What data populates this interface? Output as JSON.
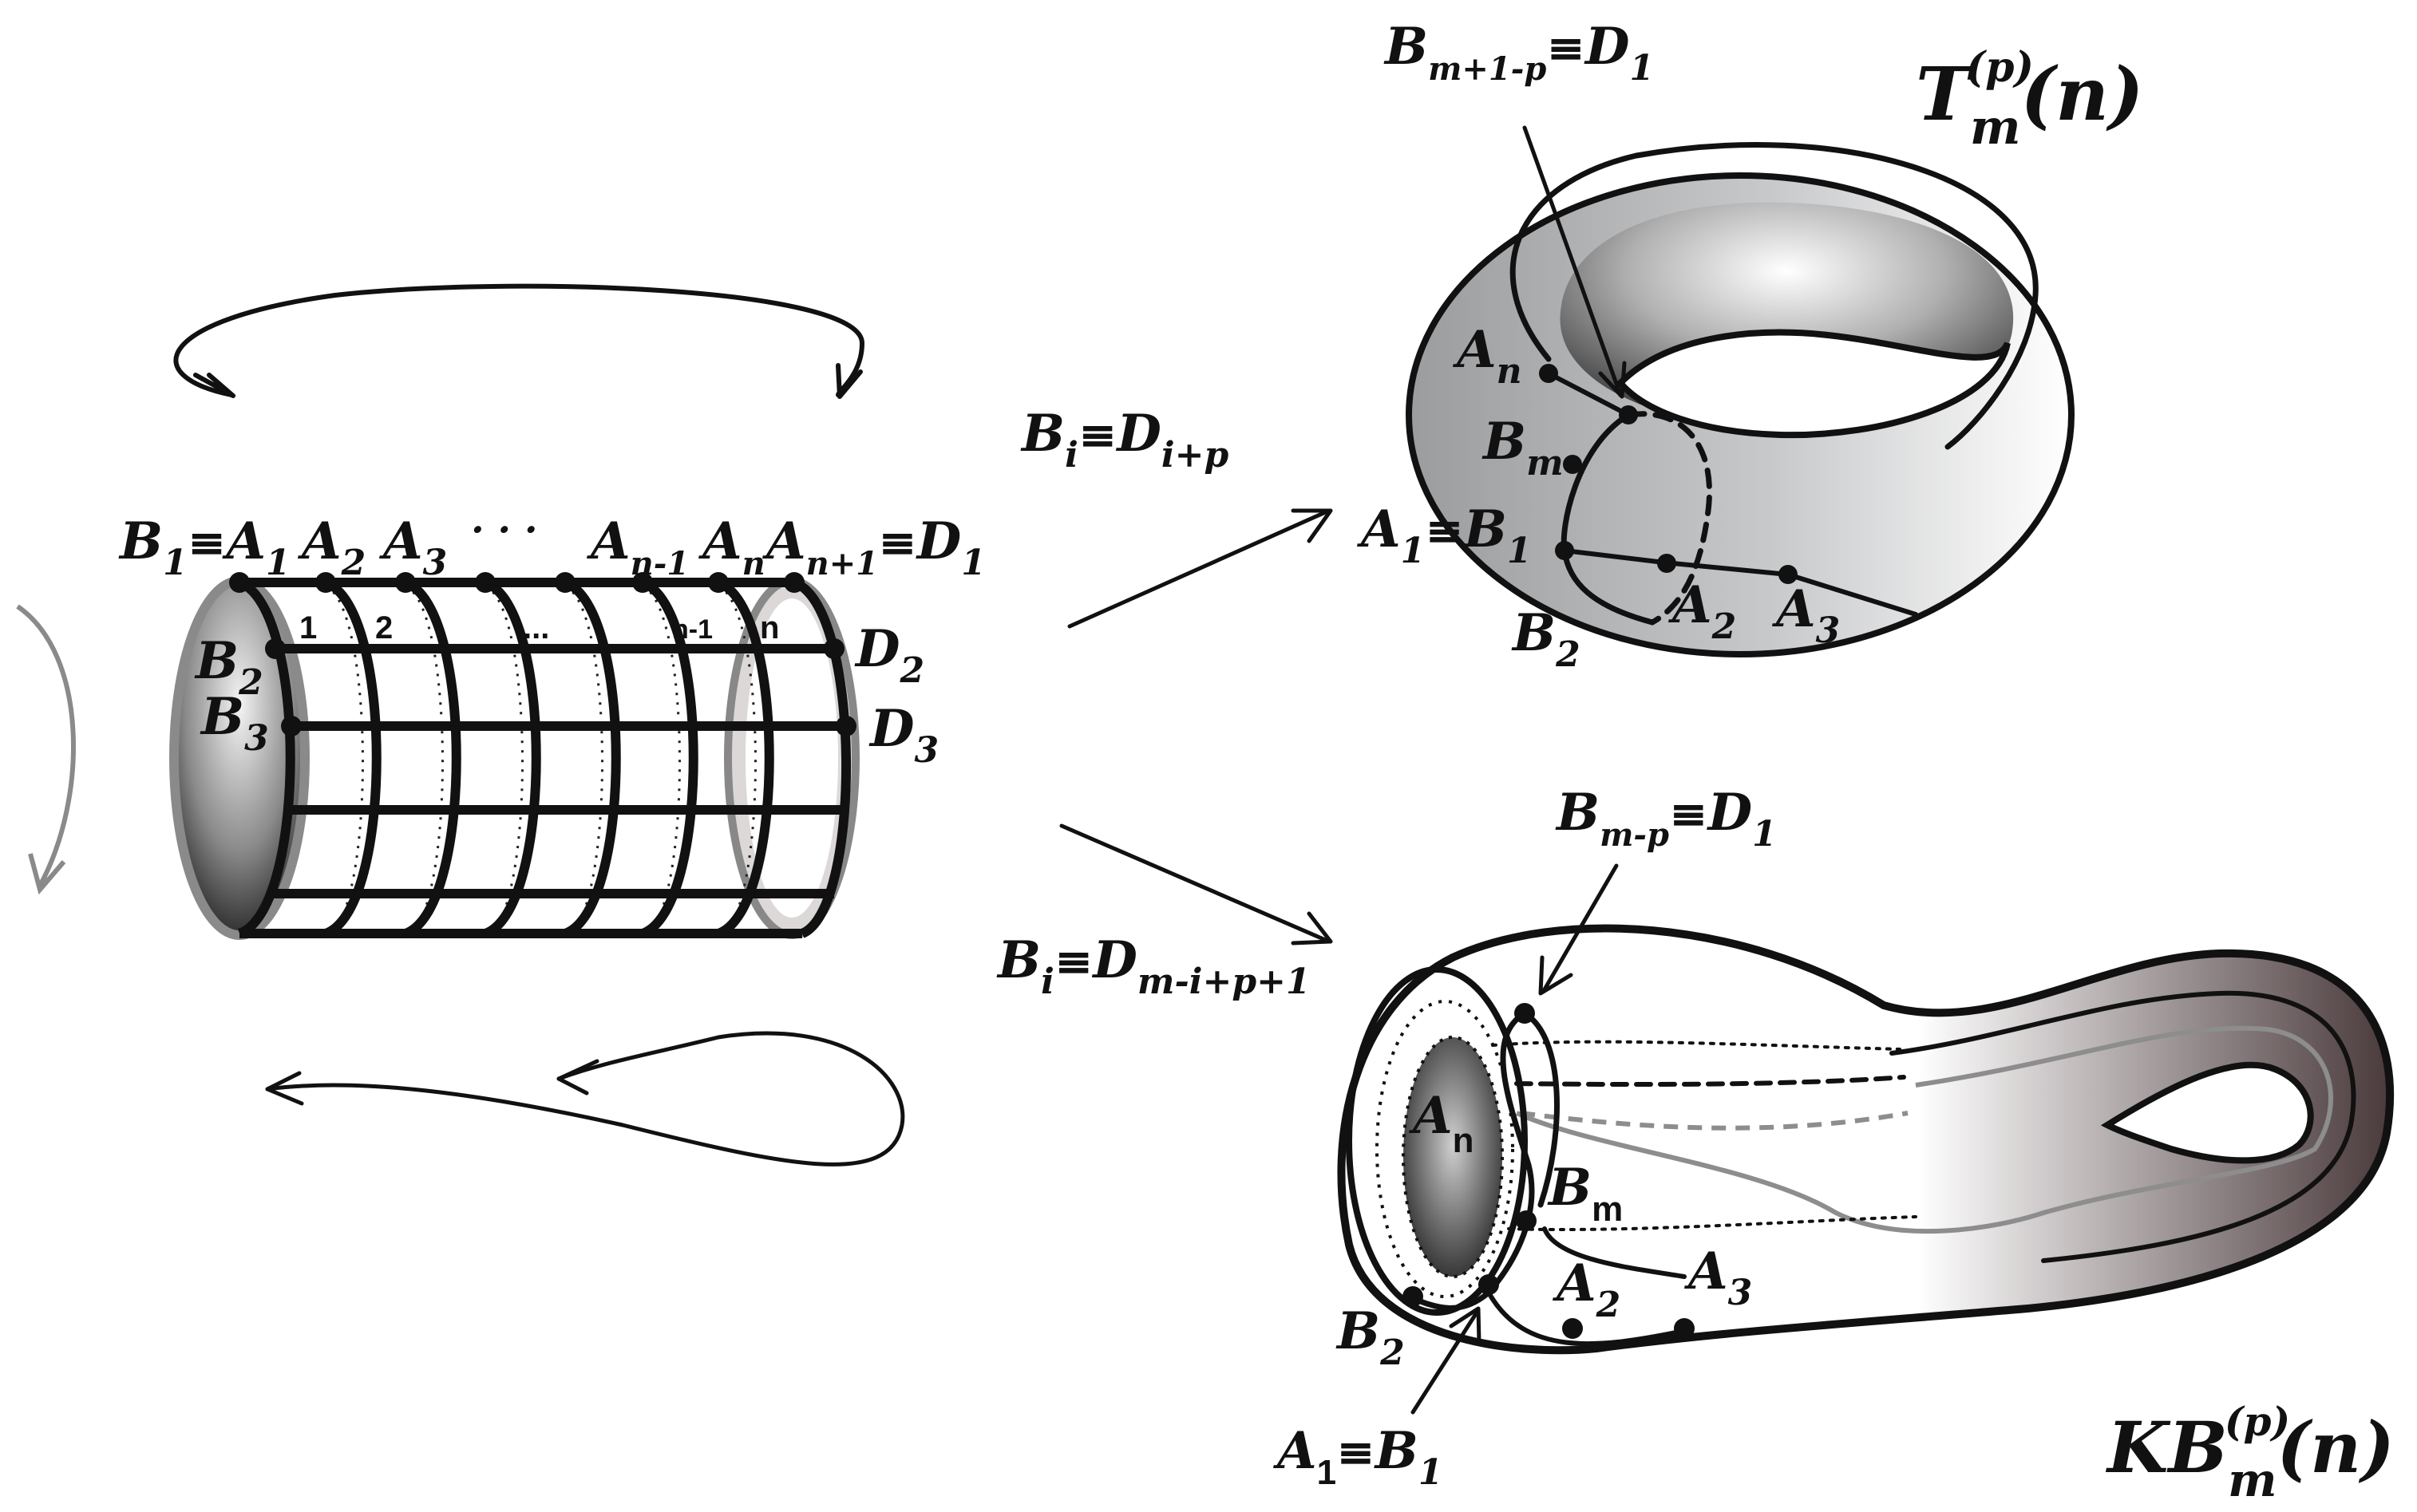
{
  "cylinder": {
    "top": {
      "b1": "B",
      "b1_sub": "1",
      "eq1": "≡",
      "a1": "A",
      "a1_sub": "1",
      "a2": "A",
      "a2_sub": "2",
      "a3": "A",
      "a3_sub": "3",
      "dots": "· · ·",
      "an1": "A",
      "an1_sub": "n-1",
      "an": "A",
      "an_sub": "n",
      "anp1": "A",
      "anp1_sub": "n+1",
      "eq2": "≡",
      "d1": "D",
      "d1_sub": "1"
    },
    "cells": [
      "1",
      "2",
      "...",
      "n-1",
      "n"
    ],
    "left": {
      "b2": "B",
      "b2_sub": "2",
      "b3": "B",
      "b3_sub": "3"
    },
    "right": {
      "d2": "D",
      "d2_sub": "2",
      "d3": "D",
      "d3_sub": "3"
    }
  },
  "rule_torus": {
    "b": "B",
    "b_sub": "i",
    "eq": "≡",
    "d": "D",
    "d_sub": "i+p"
  },
  "rule_klein": {
    "b": "B",
    "b_sub": "i",
    "eq": "≡",
    "d": "D",
    "d_sub": "m-i+p+1"
  },
  "torus": {
    "title_t": "T",
    "title_sup": "(p)",
    "title_sub": "m",
    "title_arg": "(n)",
    "top_b": "B",
    "top_b_sub": "m+1-p",
    "top_eq": "≡",
    "top_d": "D",
    "top_d_sub": "1",
    "an": "A",
    "an_sub": "n",
    "bm": "B",
    "bm_sub": "m",
    "a1": "A",
    "a1_sub": "1",
    "eq": "≡",
    "b1": "B",
    "b1_sub": "1",
    "a2": "A",
    "a2_sub": "2",
    "a3": "A",
    "a3_sub": "3",
    "b2": "B",
    "b2_sub": "2"
  },
  "klein": {
    "title_kb": "KB",
    "title_sup": "(p)",
    "title_sub": "m",
    "title_arg": "(n)",
    "top_b": "B",
    "top_b_sub": "m-p",
    "top_eq": "≡",
    "top_d": "D",
    "top_d_sub": "1",
    "an": "A",
    "an_sub": "n",
    "bm": "B",
    "bm_sub": "m",
    "a2": "A",
    "a2_sub": "2",
    "a3": "A",
    "a3_sub": "3",
    "b2": "B",
    "b2_sub": "2",
    "bottom_a1": "A",
    "bottom_a1_sub": "1",
    "bottom_eq": "≡",
    "bottom_b1": "B",
    "bottom_b1_sub": "1"
  }
}
